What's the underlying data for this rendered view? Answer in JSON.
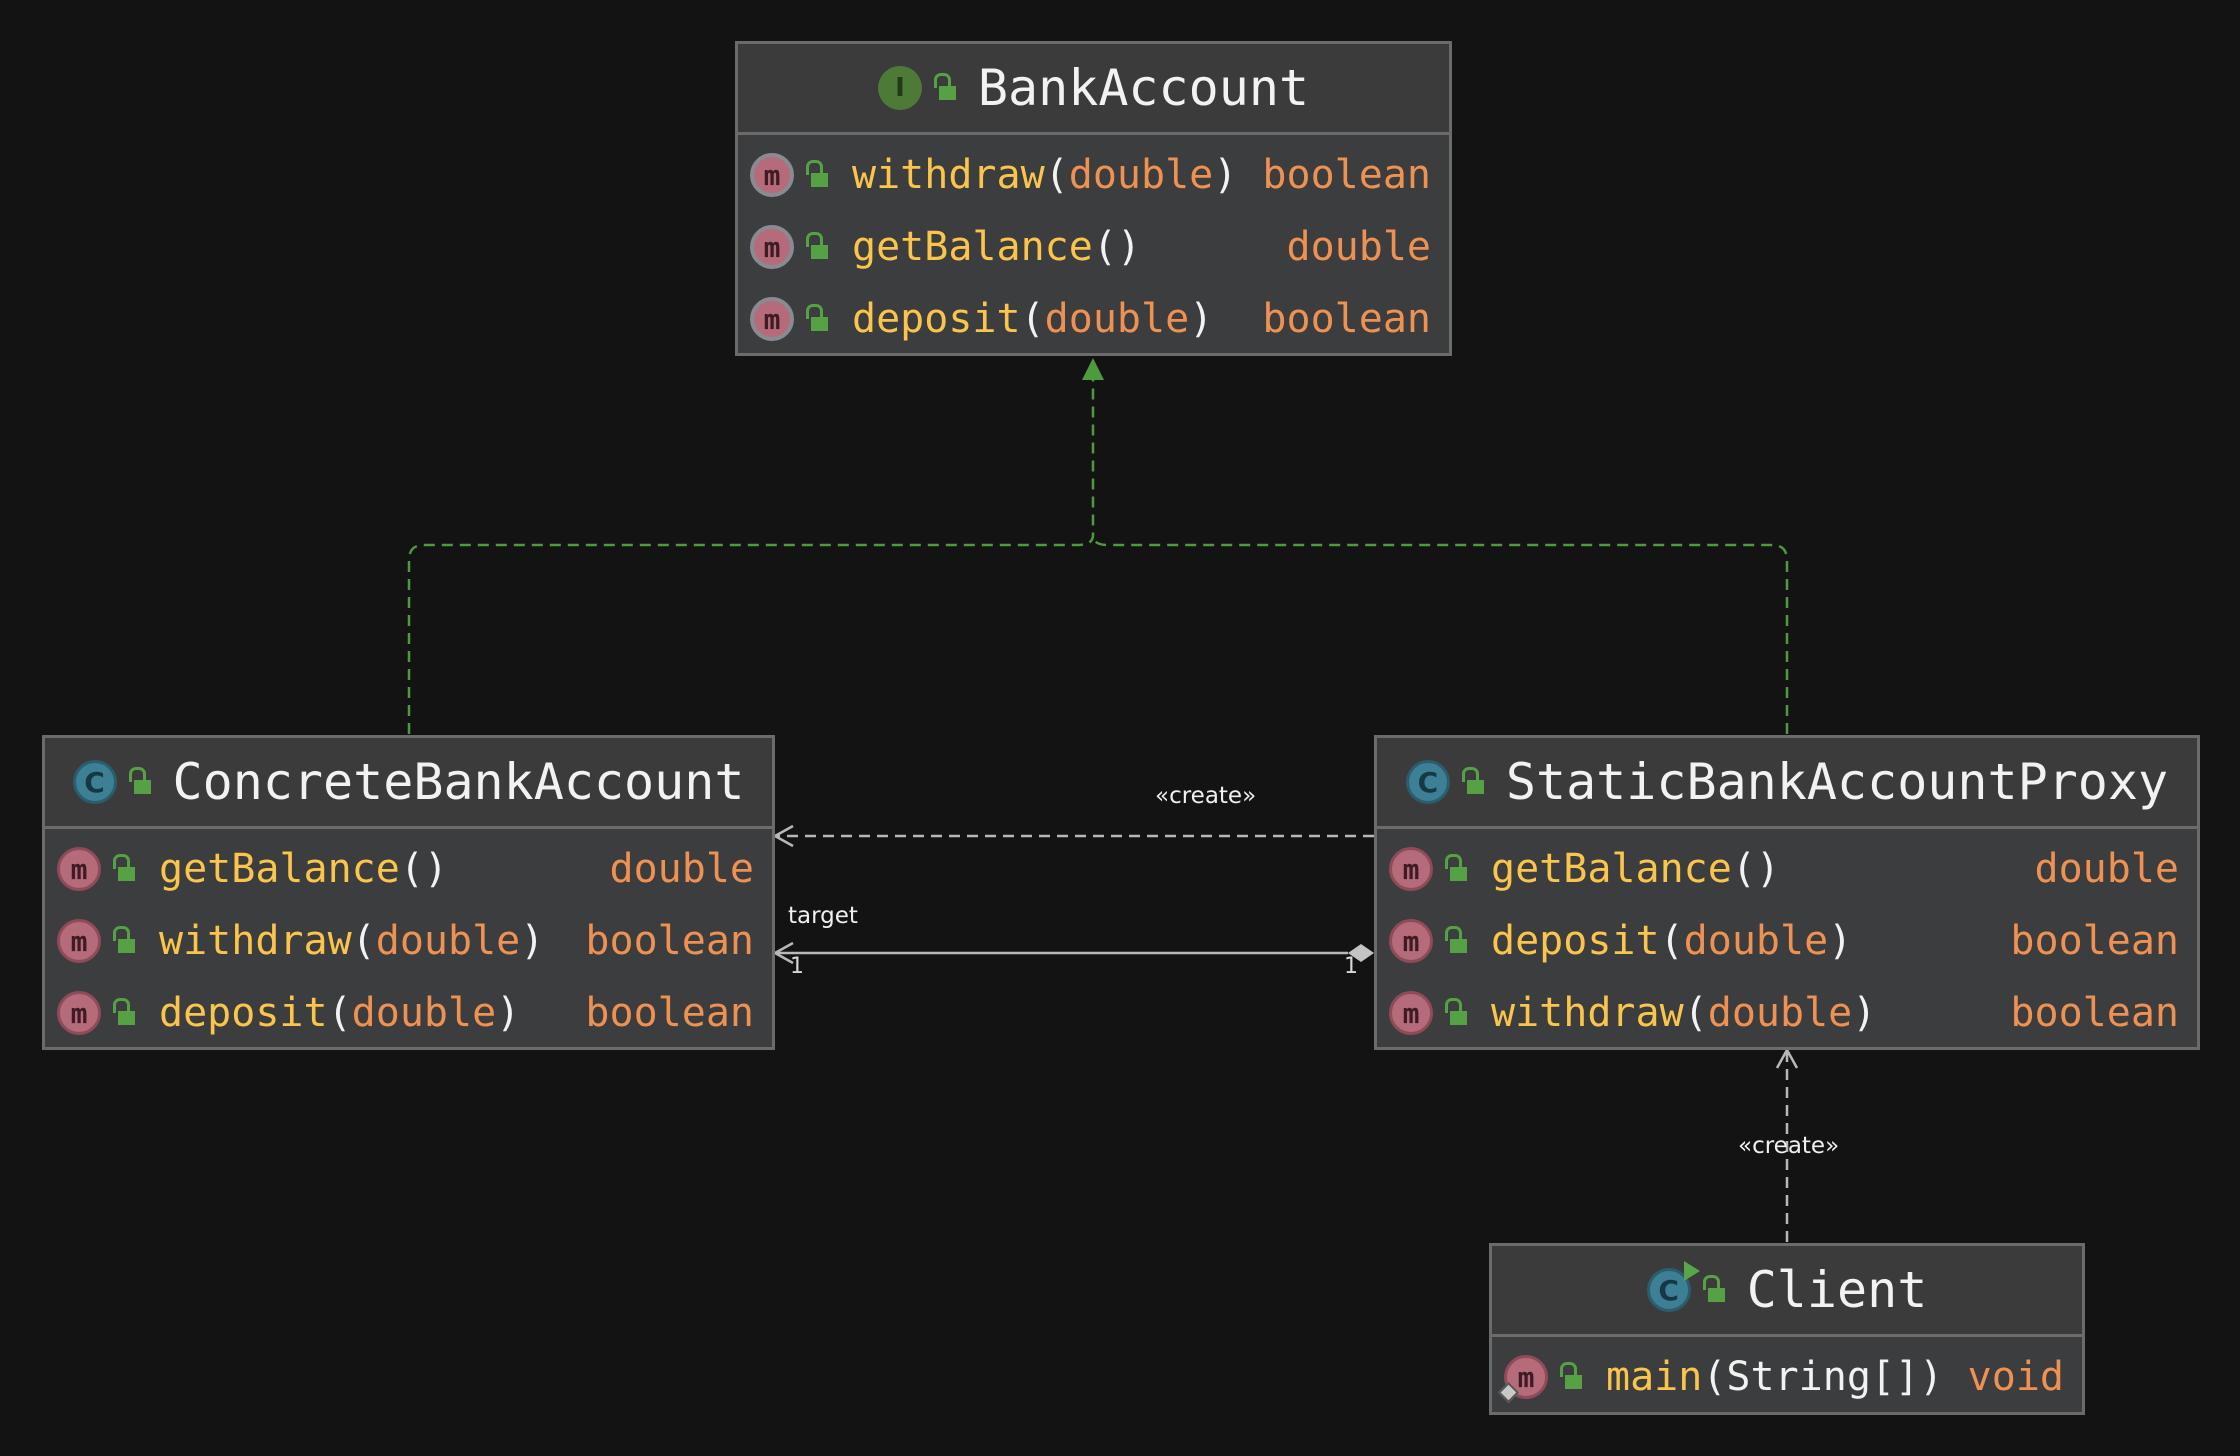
{
  "colors": {
    "background": "#131313",
    "box_fill": "#3b3d3f",
    "box_border": "#6b6b6b",
    "method_name": "#fac54a",
    "type_text": "#ee9151",
    "title_text": "#f2f2f2",
    "realization_edge": "#4e9a3c",
    "dependency_edge": "#b8b8b8"
  },
  "bank_account": {
    "kind": "interface",
    "badge": "I",
    "icon": "interface-icon",
    "title": "BankAccount",
    "methods": [
      {
        "badge": "m",
        "name": "withdraw",
        "open": "(",
        "param": "double",
        "close": ")",
        "type": "boolean"
      },
      {
        "badge": "m",
        "name": "getBalance",
        "open": "()",
        "param": "",
        "close": "",
        "type": "double"
      },
      {
        "badge": "m",
        "name": "deposit",
        "open": "(",
        "param": "double",
        "close": ")",
        "type": "boolean"
      }
    ]
  },
  "concrete_account": {
    "kind": "class",
    "badge": "C",
    "icon": "class-icon",
    "title": "ConcreteBankAccount",
    "methods": [
      {
        "badge": "m",
        "name": "getBalance",
        "open": "()",
        "param": "",
        "close": "",
        "type": "double"
      },
      {
        "badge": "m",
        "name": "withdraw",
        "open": "(",
        "param": "double",
        "close": ")",
        "type": "boolean"
      },
      {
        "badge": "m",
        "name": "deposit",
        "open": "(",
        "param": "double",
        "close": ")",
        "type": "boolean"
      }
    ]
  },
  "proxy": {
    "kind": "class",
    "badge": "C",
    "icon": "class-icon",
    "title": "StaticBankAccountProxy",
    "methods": [
      {
        "badge": "m",
        "name": "getBalance",
        "open": "()",
        "param": "",
        "close": "",
        "type": "double"
      },
      {
        "badge": "m",
        "name": "deposit",
        "open": "(",
        "param": "double",
        "close": ")",
        "type": "boolean"
      },
      {
        "badge": "m",
        "name": "withdraw",
        "open": "(",
        "param": "double",
        "close": ")",
        "type": "boolean"
      }
    ]
  },
  "client": {
    "kind": "runnable-class",
    "badge": "C",
    "icon": "runnable-class-icon",
    "title": "Client",
    "methods": [
      {
        "badge": "m",
        "name": "main",
        "open": "(",
        "param": "String[]",
        "close": ")",
        "type": "void",
        "static": true
      }
    ]
  },
  "edges": {
    "create_proxy_to_concrete": "«create»",
    "create_client_to_proxy": "«create»",
    "association_label": "target",
    "association_mult_target": "1",
    "association_mult_source": "1"
  }
}
